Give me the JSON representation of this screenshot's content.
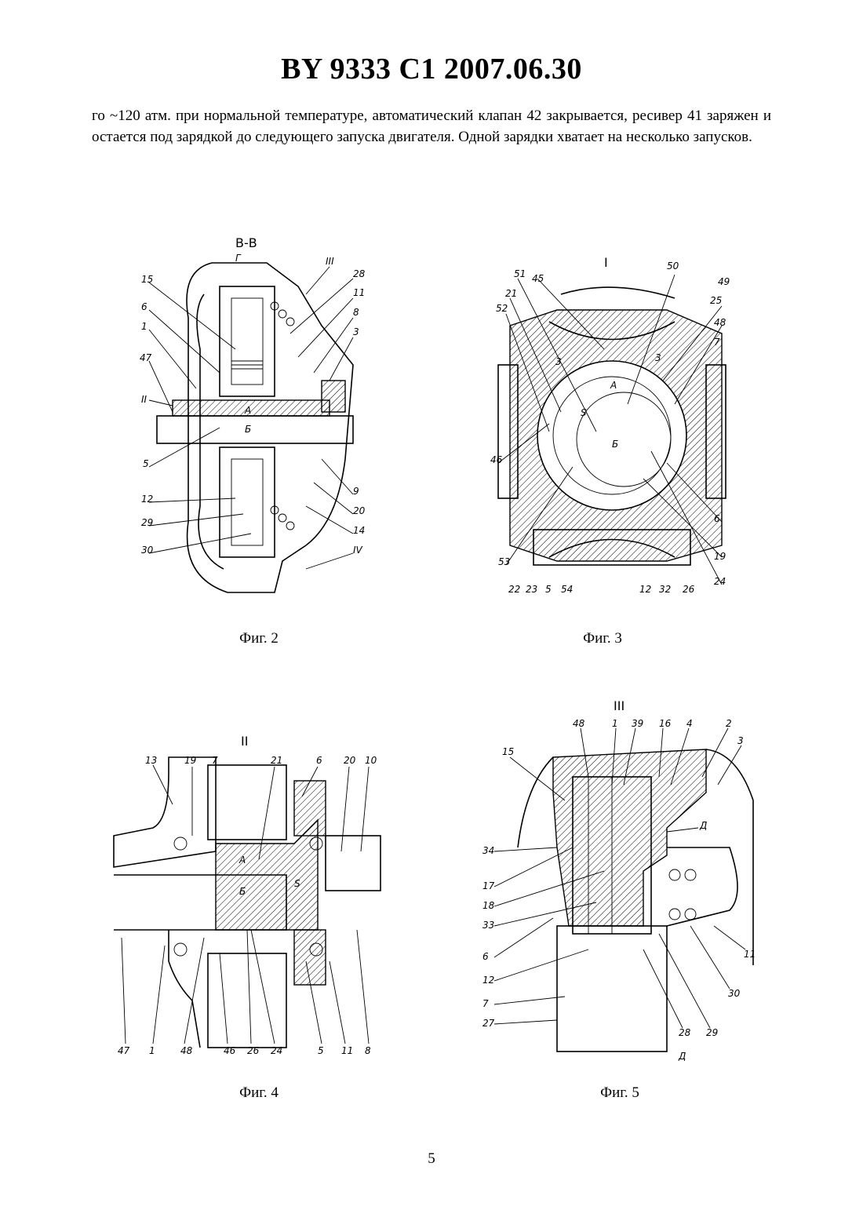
{
  "header": {
    "title": "BY  9333  C1  2007.06.30"
  },
  "body": {
    "paragraph": "го ~120 атм. при нормальной температуре, автоматический клапан 42 закрывается, ресивер 41 заряжен и остается под зарядкой до следующего запуска двигателя. Одной зарядки хватает на несколько запусков."
  },
  "figures": [
    {
      "caption": "Фиг. 2",
      "section_label": "В-В",
      "labels": [
        "15",
        "6",
        "1",
        "47",
        "II",
        "5",
        "12",
        "29",
        "30",
        "III",
        "28",
        "11",
        "8",
        "3",
        "9",
        "20",
        "14",
        "IV",
        "А",
        "Б",
        "Г"
      ]
    },
    {
      "caption": "Фиг. 3",
      "section_label": "I",
      "labels": [
        "51",
        "45",
        "50",
        "49",
        "21",
        "25",
        "52",
        "48",
        "7",
        "3",
        "3",
        "А",
        "Б",
        "S",
        "46",
        "6",
        "53",
        "19",
        "22",
        "23",
        "5",
        "54",
        "12",
        "32",
        "26",
        "24"
      ]
    },
    {
      "caption": "Фиг. 4",
      "section_label": "II",
      "labels": [
        "13",
        "19",
        "7",
        "21",
        "6",
        "20",
        "10",
        "А",
        "Б",
        "S",
        "47",
        "1",
        "48",
        "46",
        "26",
        "24",
        "5",
        "11",
        "8"
      ]
    },
    {
      "caption": "Фиг. 5",
      "section_label": "III",
      "labels": [
        "15",
        "48",
        "1",
        "39",
        "16",
        "4",
        "2",
        "3",
        "Д",
        "34",
        "17",
        "18",
        "33",
        "6",
        "12",
        "7",
        "27",
        "28",
        "29",
        "30",
        "11",
        "Д"
      ]
    }
  ],
  "footer": {
    "page_number": "5"
  }
}
